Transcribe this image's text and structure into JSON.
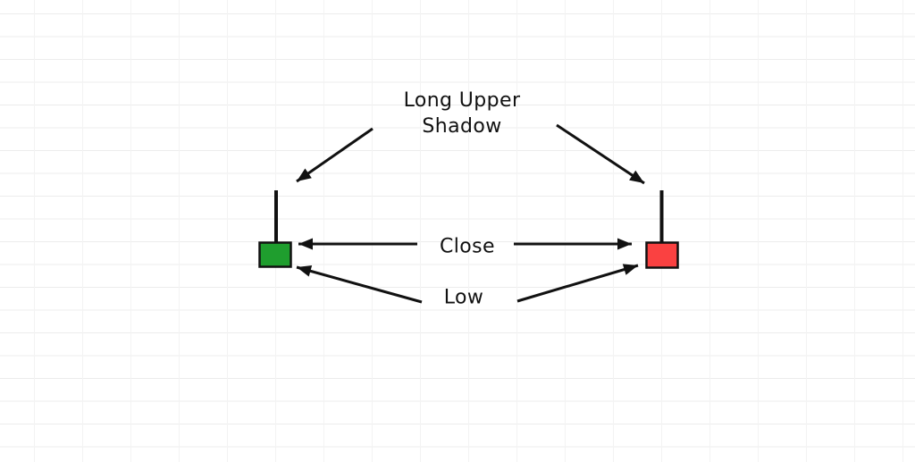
{
  "diagram": {
    "labels": {
      "upper_shadow_line1": "Long Upper",
      "upper_shadow_line2": "Shadow",
      "close": "Close",
      "low": "Low"
    },
    "candles": [
      {
        "id": "green-candle",
        "direction": "bullish",
        "body_color": "#1f9e2e",
        "outline_color": "#111111",
        "annotations": [
          "Long Upper Shadow",
          "Close",
          "Low"
        ]
      },
      {
        "id": "red-candle",
        "direction": "bearish",
        "body_color": "#fa4141",
        "outline_color": "#111111",
        "annotations": [
          "Long Upper Shadow",
          "Close",
          "Low"
        ]
      }
    ],
    "colors": {
      "background": "#ffffff",
      "grid_line": "#efefef",
      "ink": "#111111"
    }
  }
}
